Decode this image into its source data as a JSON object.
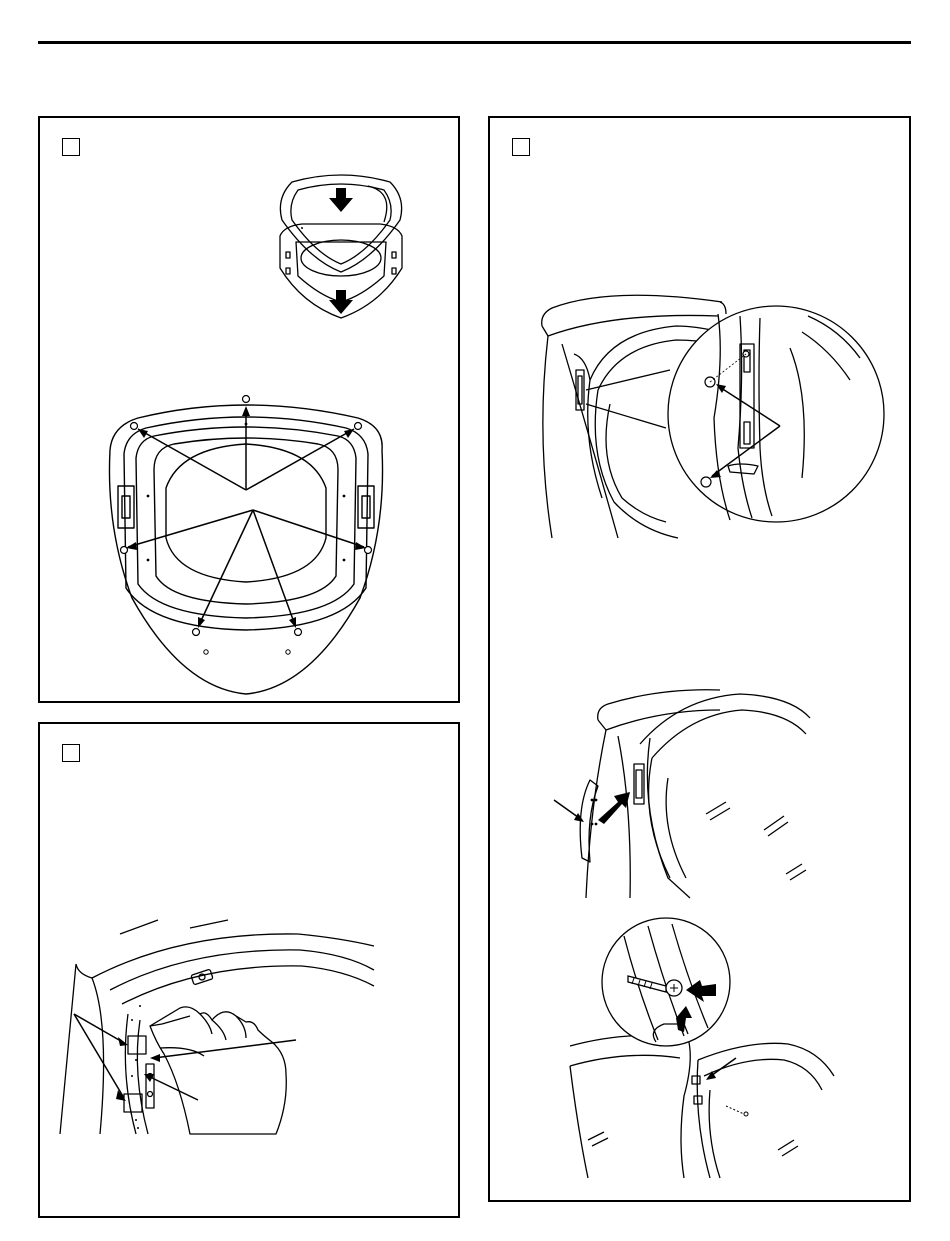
{
  "page": {
    "panels": [
      {
        "id": "panel-1",
        "step_label": ""
      },
      {
        "id": "panel-2",
        "step_label": ""
      },
      {
        "id": "panel-3",
        "step_label": ""
      }
    ],
    "colors": {
      "ink": "#000000",
      "paper": "#ffffff",
      "light_gray": "#f2f2f2"
    },
    "icons": [
      "down-arrow-icon",
      "screw-icon",
      "callout-arrow-icon",
      "hand-icon",
      "push-arrow-icon"
    ]
  }
}
